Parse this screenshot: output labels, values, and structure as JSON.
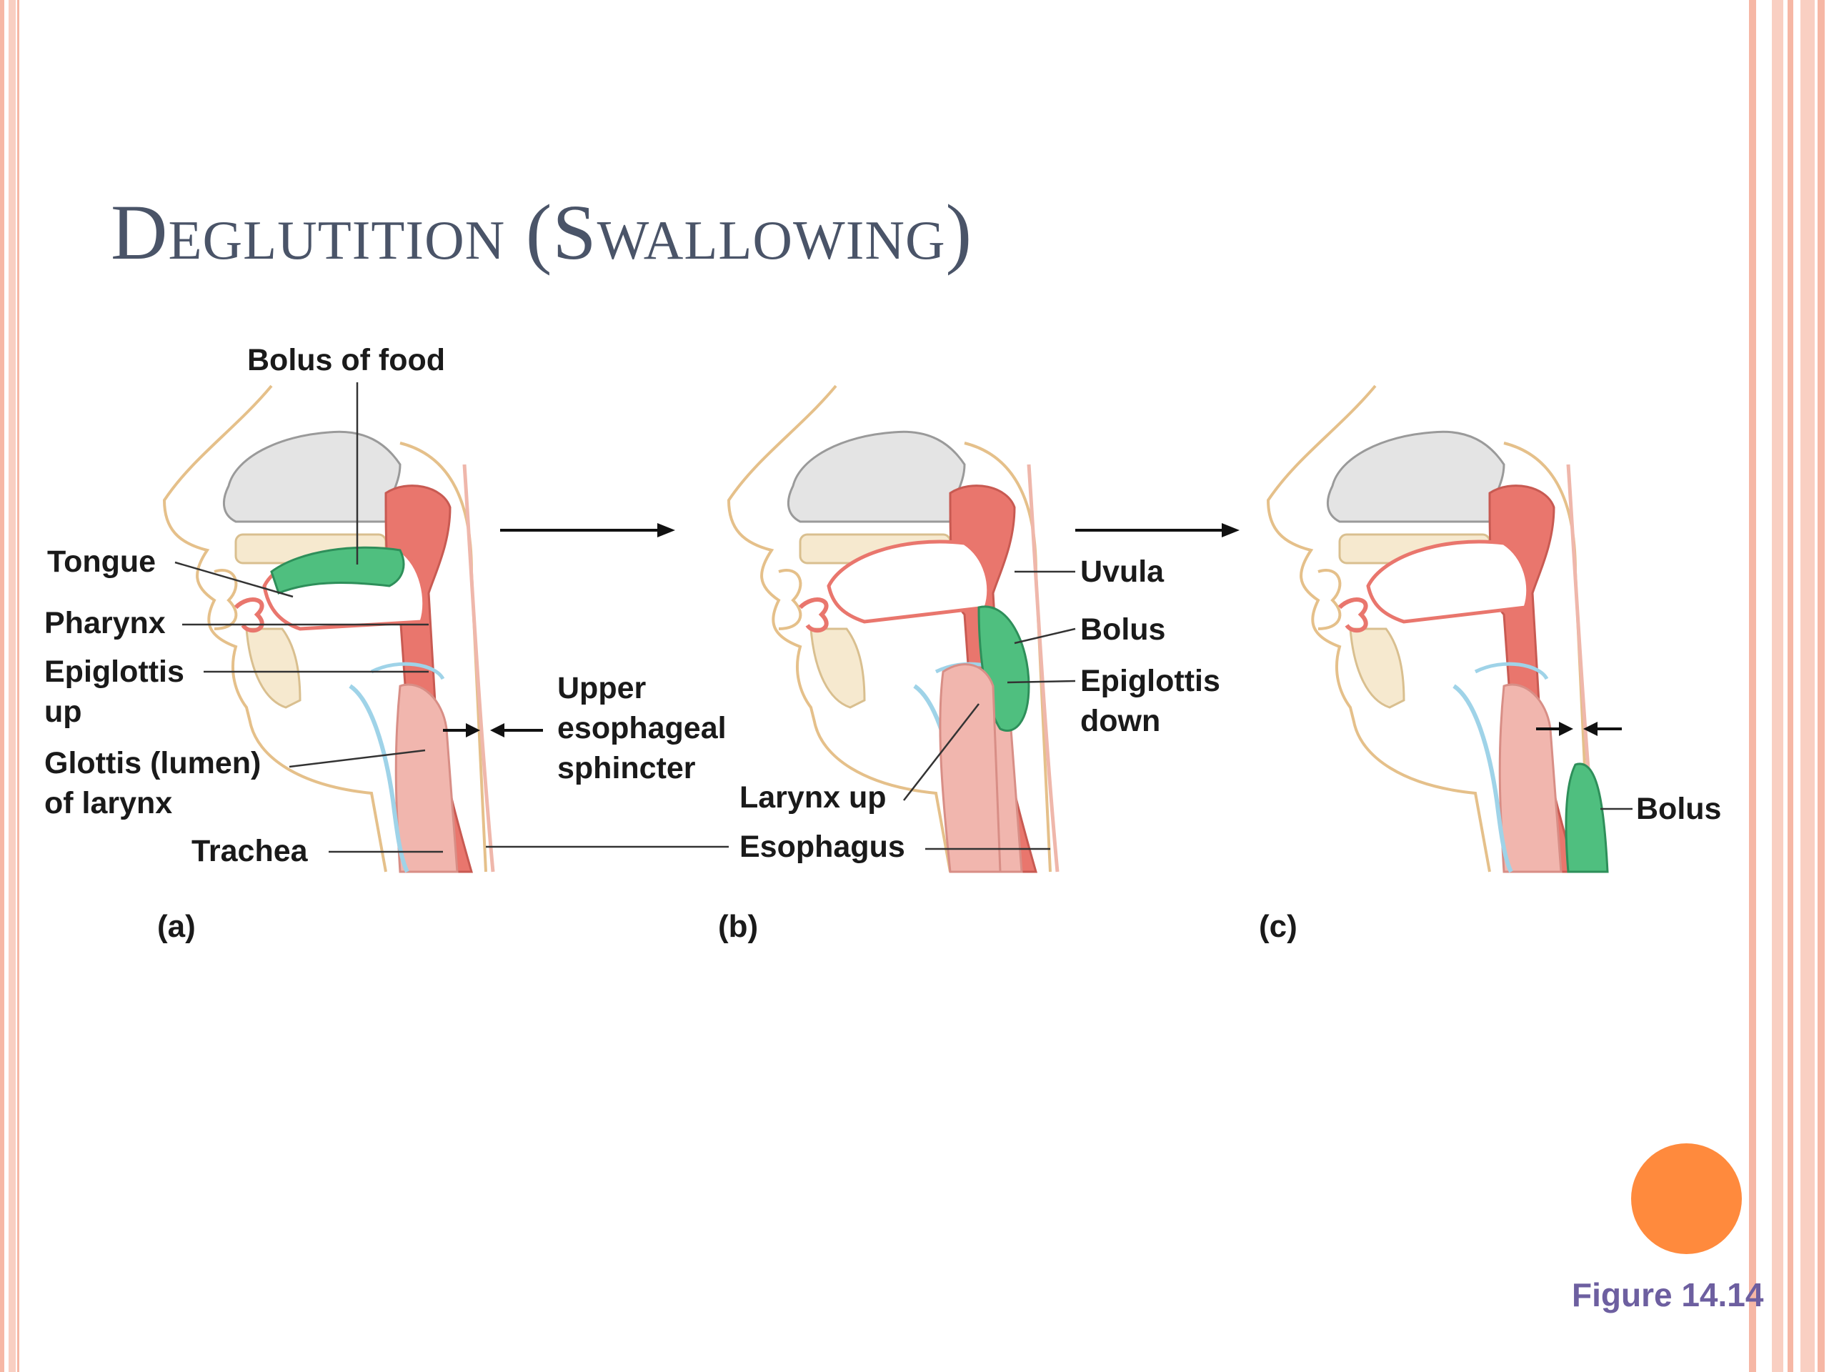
{
  "slide": {
    "title": "Deglutition (Swallowing)",
    "figure_caption": "Figure 14.14"
  },
  "colors": {
    "title": "#4a5468",
    "accent_orange": "#ff8a3d",
    "frame_pink": "#f6b7a5",
    "tissue_red": "#e9766d",
    "bolus_green": "#4fbf7f",
    "caption_purple": "#6d5fa0"
  },
  "panels": [
    {
      "tag": "(a)",
      "labels": {
        "bolus_of_food": "Bolus of food",
        "tongue": "Tongue",
        "pharynx": "Pharynx",
        "epiglottis_up_1": "Epiglottis",
        "epiglottis_up_2": "up",
        "glottis_1": "Glottis (lumen)",
        "glottis_2": "of larynx",
        "trachea": "Trachea",
        "upper_es_1": "Upper",
        "upper_es_2": "esophageal",
        "upper_es_3": "sphincter"
      }
    },
    {
      "tag": "(b)",
      "labels": {
        "uvula": "Uvula",
        "bolus": "Bolus",
        "epiglottis_down_1": "Epiglottis",
        "epiglottis_down_2": "down",
        "larynx_up": "Larynx up",
        "esophagus": "Esophagus"
      }
    },
    {
      "tag": "(c)",
      "labels": {
        "bolus": "Bolus"
      }
    }
  ]
}
